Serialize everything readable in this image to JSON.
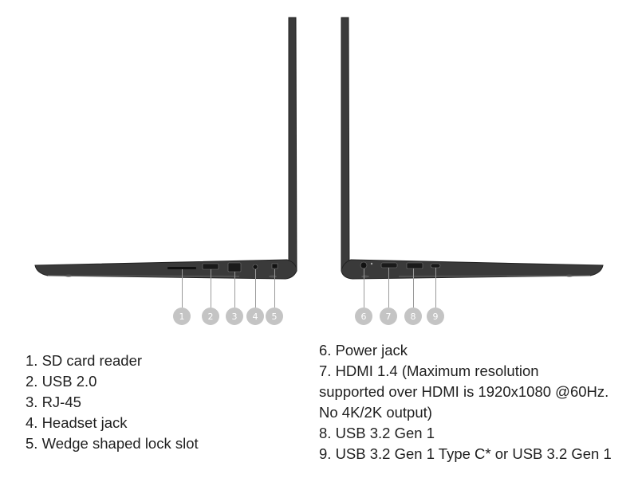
{
  "colors": {
    "laptop_body": "#3b3b3b",
    "laptop_edge": "#222222",
    "badge": "#c4c4c4",
    "text": "#1f1f1f"
  },
  "callouts_left": [
    "1",
    "2",
    "3",
    "4",
    "5"
  ],
  "callouts_right": [
    "6",
    "7",
    "8",
    "9"
  ],
  "ports_left": [
    "1. SD card reader",
    "2. USB 2.0",
    "3. RJ-45",
    "4. Headset jack",
    "5. Wedge shaped lock slot"
  ],
  "ports_right": [
    "6. Power jack",
    "7. HDMI 1.4 (Maximum resolution",
    "supported over HDMI is 1920x1080 @60Hz.",
    "No 4K/2K output)",
    "8. USB 3.2 Gen 1",
    "9. USB 3.2 Gen 1 Type C* or USB 3.2 Gen 1"
  ]
}
